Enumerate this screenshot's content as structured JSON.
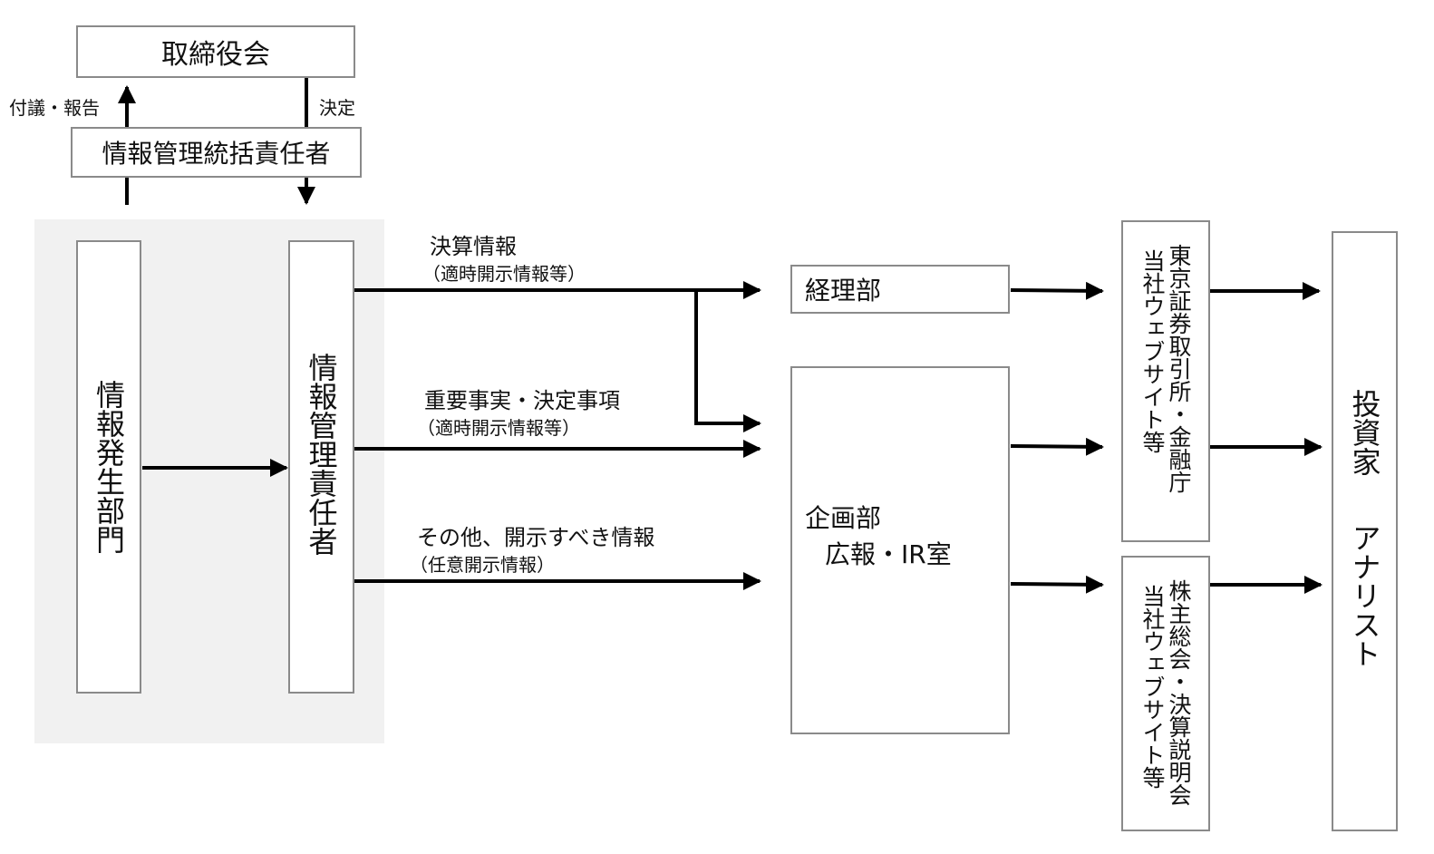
{
  "board": "取締役会",
  "board_up_label": "付議・報告",
  "board_down_label": "決定",
  "chief_officer": "情報管理統括責任者",
  "source_dept": "情報発生部門",
  "info_manager": "情報管理責任者",
  "flows": {
    "f1_main": "決算情報",
    "f1_sub": "（適時開示情報等）",
    "f2_main": "重要事実・決定事項",
    "f2_sub": "（適時開示情報等）",
    "f3_main": "その他、開示すべき情報",
    "f3_sub": "（任意開示情報）"
  },
  "accounting_dept": "経理部",
  "planning_dept_line1": "企画部",
  "planning_dept_line2": "広報・IR室",
  "channel_1_col1": "東京証券取引所・金融庁",
  "channel_1_col2": "当社ウェブサイト等",
  "channel_2_col1": "株主総会・決算説明会",
  "channel_2_col2": "当社ウェブサイト等",
  "audience_1": "投資家",
  "audience_2": "アナリスト"
}
